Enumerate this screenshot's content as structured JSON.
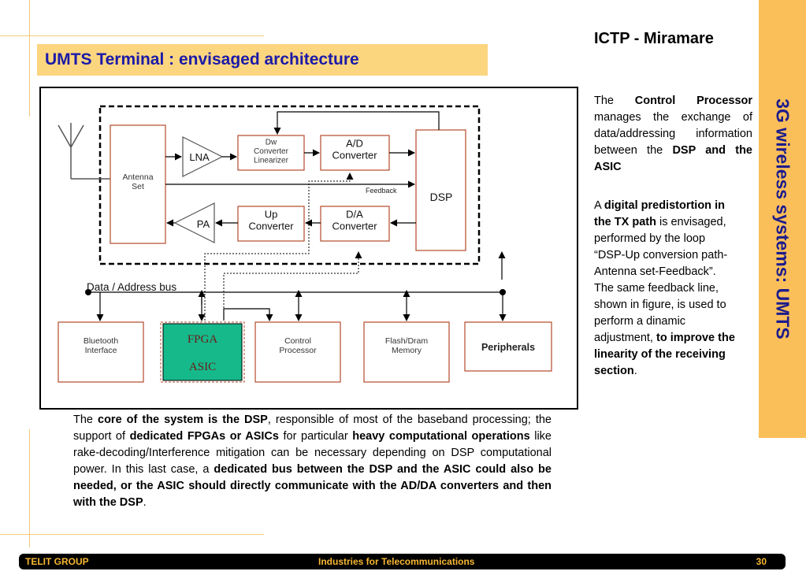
{
  "header": {
    "title": "UMTS Terminal : envisaged architecture",
    "institution": "ICTP - Miramare",
    "side_title": "3G wireless systems: UMTS"
  },
  "diagram": {
    "blocks": {
      "antenna_set": "Antenna\nSet",
      "lna": "LNA",
      "pa": "PA",
      "dw_converter": "Dw\nConverter\nLinearizer",
      "up_converter": "Up\nConverter",
      "ad_converter": "A/D\nConverter",
      "da_converter": "D/A\nConverter",
      "dsp": "DSP",
      "bluetooth": "Bluetooth\nInterface",
      "fpga": "FPGA",
      "asic": "ASIC",
      "control_processor": "Control\nProcessor",
      "flash_memory": "Flash/Dram\nMemory",
      "peripherals": "Peripherals"
    },
    "labels": {
      "feedback": "Feedback",
      "bus": "Data / Address bus"
    },
    "colors": {
      "block_border": "#b34a2a",
      "fpga_fill": "#16b98a"
    }
  },
  "text": {
    "p1": [
      {
        "t": "The "
      },
      {
        "t": "Control Processor",
        "b": true
      },
      {
        "t": " manages the exchange of data/addressing information between the "
      },
      {
        "t": "DSP and the ASIC",
        "b": true
      }
    ],
    "p2": [
      {
        "t": "A "
      },
      {
        "t": "digital predistortion in the TX path",
        "b": true
      },
      {
        "t": " is envisaged, performed by the loop “DSP-Up conversion path-Antenna set-Feedback”. The same feedback line, shown in figure, is used to perform a dinamic adjustment, "
      },
      {
        "t": "to improve the linearity of the receiving section",
        "b": true
      },
      {
        "t": "."
      }
    ],
    "p3": [
      {
        "t": "The "
      },
      {
        "t": "core of the system is the DSP",
        "b": true
      },
      {
        "t": ", responsible of most of the baseband processing; the support of "
      },
      {
        "t": "dedicated FPGAs or ASICs",
        "b": true
      },
      {
        "t": " for particular "
      },
      {
        "t": "heavy computational operations",
        "b": true
      },
      {
        "t": " like rake-decoding/Interference mitigation can be necessary depending on DSP computational power. In this last case, a "
      },
      {
        "t": "dedicated bus between the DSP and the ASIC could also be needed, or the ASIC should directly communicate with the AD/DA converters and then with the DSP",
        "b": true
      },
      {
        "t": "."
      }
    ]
  },
  "footer": {
    "company": "TELIT GROUP",
    "tagline": "Industries  for Telecommunications",
    "page_number": "30"
  }
}
